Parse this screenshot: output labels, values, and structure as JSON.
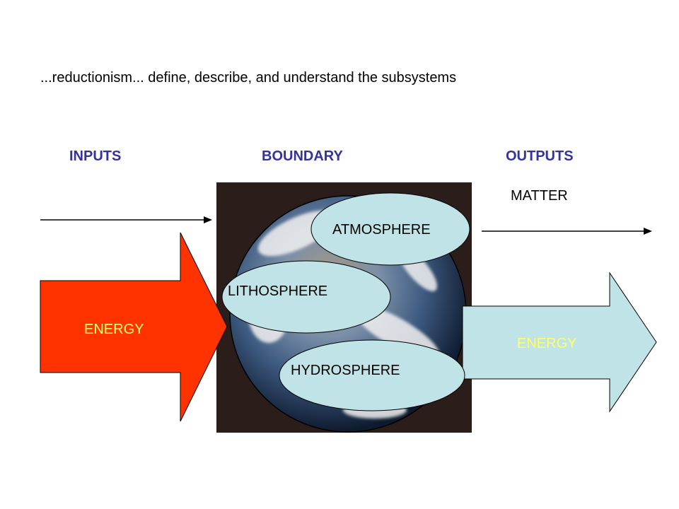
{
  "subtitle": "...reductionism... define, describe, and understand the subsystems",
  "headings": {
    "inputs": "INPUTS",
    "boundary": "BOUNDARY",
    "outputs": "OUTPUTS"
  },
  "matter_label": "MATTER",
  "energy_in": {
    "label": "ENERGY",
    "fill": "#ff3300",
    "text_color": "#ffff66"
  },
  "energy_out": {
    "label": "ENERGY",
    "fill": "#bfe3e6",
    "text_color": "#ffff66"
  },
  "subsystems": {
    "atmosphere": "ATMOSPHERE",
    "lithosphere": "LITHOSPHERE",
    "hydrosphere": "HYDROSPHERE",
    "fill": "#bfe3e6"
  },
  "colors": {
    "heading": "#333399",
    "earth_background": "#2a1d1a"
  },
  "icons": {
    "earth": "earth-globe-photo"
  }
}
